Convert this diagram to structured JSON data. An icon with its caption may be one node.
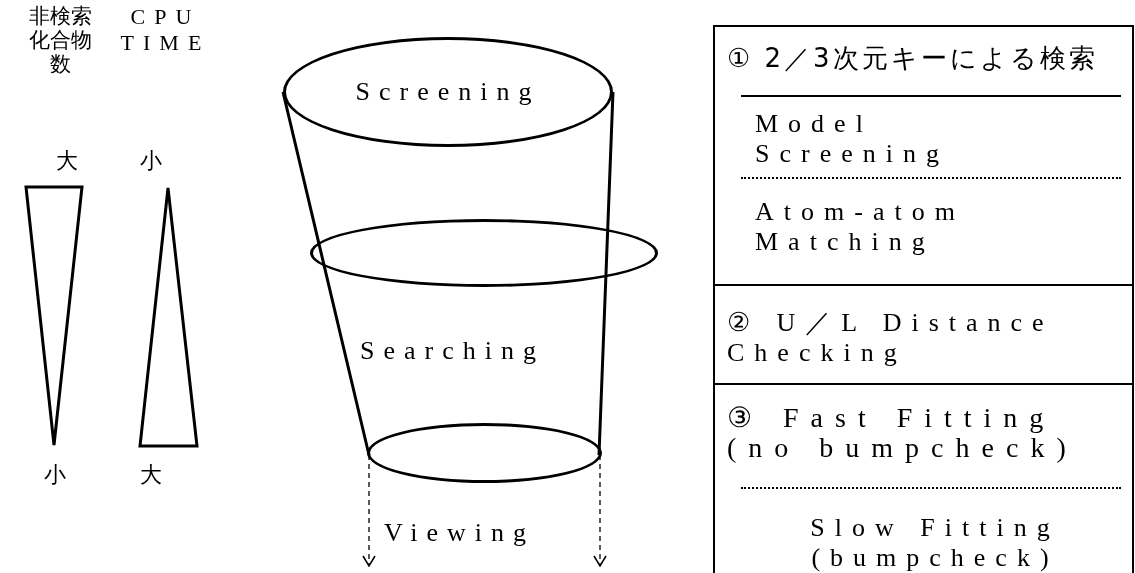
{
  "diagram": {
    "nodes": [
      {
        "text": [
          "Screening"
        ]
      },
      {
        "text": [],
        "shape": "ellipse"
      },
      {
        "text": [],
        "shape": "ellipse"
      },
      {
        "text": [
          "① 2／3次元キーによる検索",
          "Model Screening",
          "Atom-atom Matching"
        ]
      },
      {
        "text": [
          "② U／L Distance Checking"
        ]
      },
      {
        "text": [
          "③ Fast Fitting (no bumpcheck)",
          "Slow Fitting (bumpcheck)"
        ]
      },
      {
        "text": [],
        "shape": "triangle"
      },
      {
        "text": [],
        "shape": "triangle"
      }
    ],
    "edges": [
      {
        "from": 2,
        "to": null,
        "arrow": "to",
        "style": "dashed"
      },
      {
        "from": 2,
        "to": null,
        "arrow": "to",
        "style": "dashed"
      }
    ],
    "labels": [
      "非検索化合物数",
      "CPU TIME",
      "大",
      "小",
      "Searching",
      "小",
      "大",
      "Viewing"
    ]
  }
}
